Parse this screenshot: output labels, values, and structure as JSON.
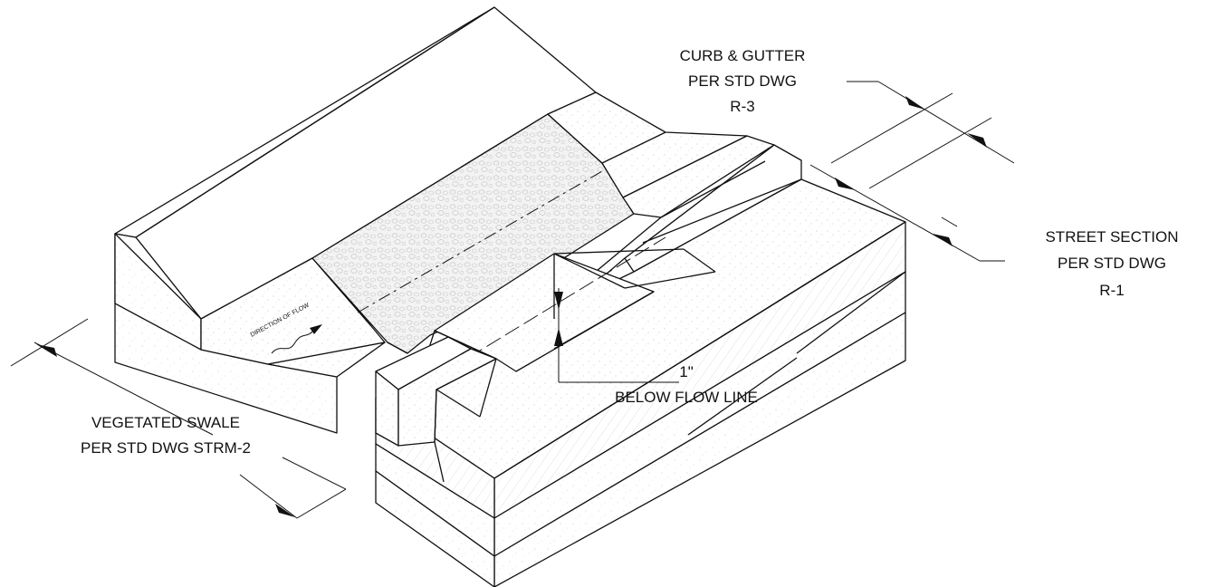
{
  "labels": {
    "curb_gutter_1": "CURB & GUTTER",
    "curb_gutter_2": "PER STD DWG",
    "curb_gutter_3": "R-3",
    "street_section_1": "STREET SECTION",
    "street_section_2": "PER STD DWG",
    "street_section_3": "R-1",
    "swale_1": "VEGETATED SWALE",
    "swale_2": "PER STD DWG STRM-2",
    "below_1": "1\"",
    "below_2": "BELOW FLOW LINE",
    "direction_of_flow": "DIRECTION OF FLOW"
  }
}
